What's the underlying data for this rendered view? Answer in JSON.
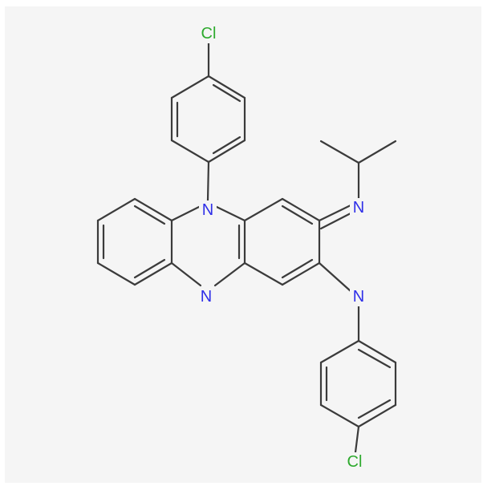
{
  "molecule": {
    "atom_labels": {
      "cl_top": "Cl",
      "cl_bottom": "Cl",
      "n_ring": "N",
      "n_bottom_ring": "N",
      "n_imine": "N",
      "n_amine": "N"
    },
    "colors": {
      "bond": "#3b3b3b",
      "nitrogen": "#2f2fe8",
      "chlorine": "#2eaa2e",
      "background": "#f5f5f5"
    }
  }
}
